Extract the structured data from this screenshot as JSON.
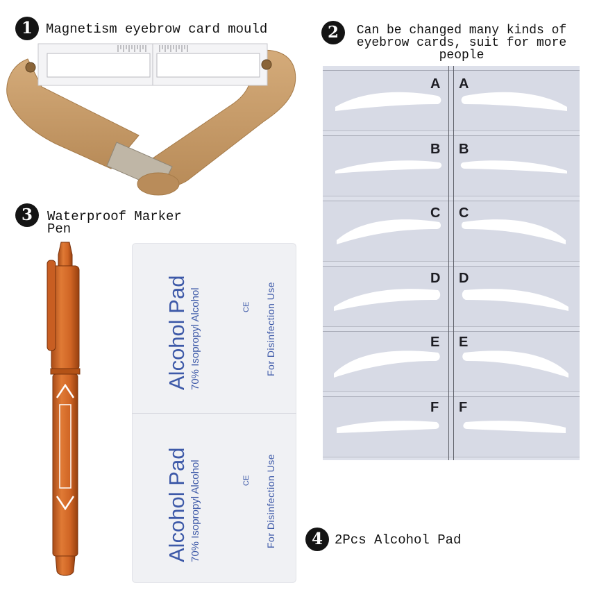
{
  "items": [
    {
      "number": "1",
      "caption": "Magnetism eyebrow card mould"
    },
    {
      "number": "2",
      "caption": "Can be changed many kinds of\neyebrow cards, suit for more\npeople"
    },
    {
      "number": "3",
      "caption": "Waterproof Marker\n    Pen"
    },
    {
      "number": "4",
      "caption": "2Pcs Alcohol Pad"
    }
  ],
  "stencil": {
    "letters": [
      "A",
      "B",
      "C",
      "D",
      "E",
      "F"
    ]
  },
  "alcohol_pad": {
    "title": "Alcohol Pad",
    "subtitle": "70% Isopropyl Alcohol",
    "usage": "For Disinfection  Use",
    "mark": "CE"
  },
  "colors": {
    "strap": "#c9a06e",
    "marker": "#d2692a",
    "pad_text": "#3d59a8",
    "stencil_sheet": "#dde0ea"
  }
}
